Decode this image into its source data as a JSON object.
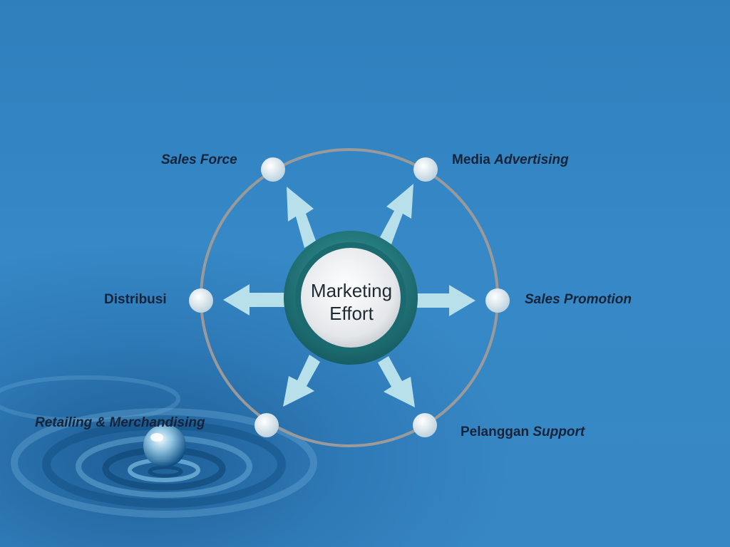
{
  "center": {
    "line1": "Marketing",
    "line2": "Effort"
  },
  "nodes": {
    "sales_force": {
      "text": "Sales Force"
    },
    "media_advertising": {
      "plain": "Media ",
      "italic": "Advertising"
    },
    "distribusi": {
      "text": "Distribusi"
    },
    "sales_promotion": {
      "text": "Sales Promotion"
    },
    "retailing": {
      "text": "Retailing & Merchandising"
    },
    "pelanggan_support": {
      "plain": "Pelanggan ",
      "italic": "Support"
    }
  },
  "colors": {
    "background": "#3585c2",
    "ring": "#9a9a9a",
    "arrow": "#b7e0ea",
    "node": "#d8e6ee",
    "hub_outer": "#1d6f74",
    "hub_inner": "#e9ecef",
    "label_text": "#16243a"
  },
  "icons": {
    "arrows": "arrow-icon",
    "nodes": "circle-node-icon",
    "droplet": "water-drop-decoration"
  }
}
